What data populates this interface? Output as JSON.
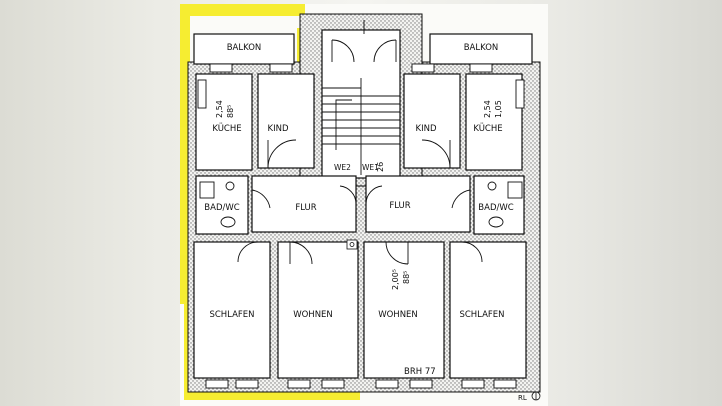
{
  "rooms": {
    "balkon_left": "BALKON",
    "balkon_right": "BALKON",
    "kueche_left": "KÜCHE",
    "kueche_right": "KÜCHE",
    "kind_left": "KIND",
    "kind_right": "KIND",
    "bad_left": "BAD/WC",
    "bad_right": "BAD/WC",
    "flur_left": "FLUR",
    "flur_right": "FLUR",
    "schlafen_left": "SCHLAFEN",
    "schlafen_right": "SCHLAFEN",
    "wohnen_left": "WOHNEN",
    "wohnen_right": "WOHNEN"
  },
  "dimensions": {
    "kueche_left_top": "2,54",
    "kueche_left_bottom": "88⁵",
    "kueche_right_top": "2,54",
    "kueche_right_bottom": "1,05",
    "wohnen_right_top": "2,00⁵",
    "wohnen_right_bottom": "88⁵"
  },
  "stair": {
    "we2": "WE2",
    "we1": "WE1",
    "steps": "26"
  },
  "footer": {
    "brh": "BRH  77",
    "rl": "RL"
  },
  "colors": {
    "highlight": "#f6ec1c",
    "line": "#111111",
    "wall_fill": "#ededeb"
  }
}
